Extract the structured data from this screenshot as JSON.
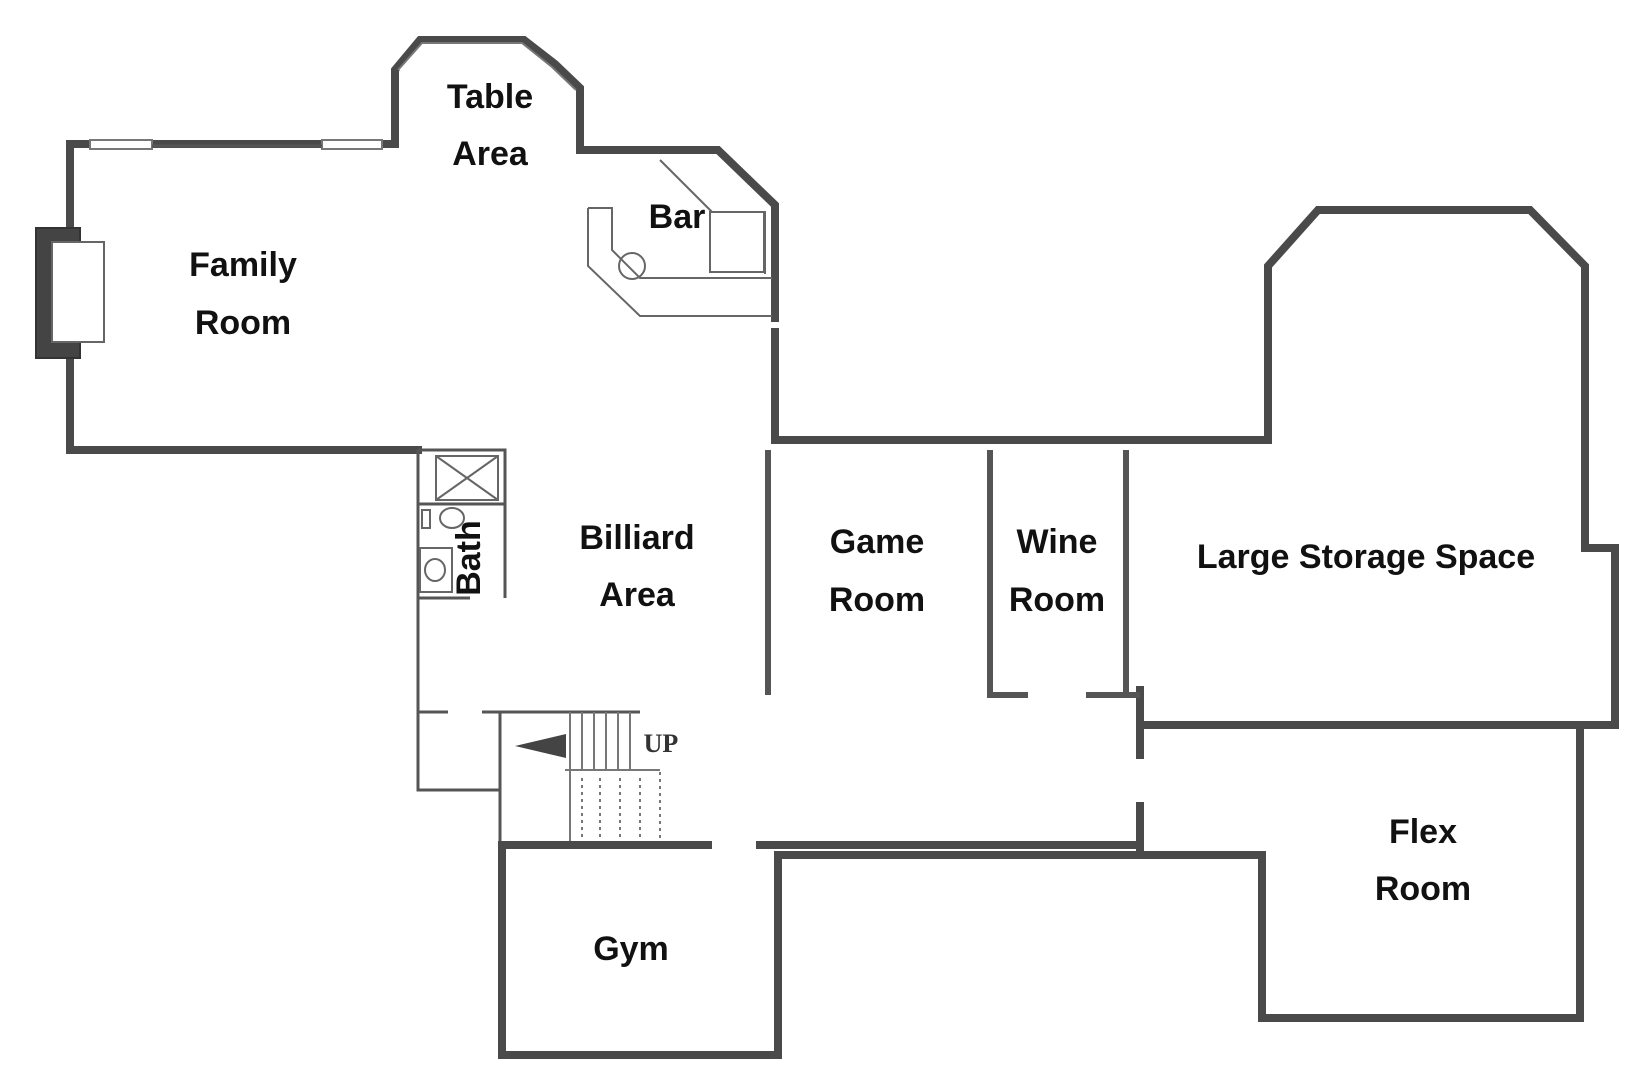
{
  "rooms": {
    "table_area": [
      "Table",
      "Area"
    ],
    "bar": "Bar",
    "family_room": [
      "Family",
      "Room"
    ],
    "billiard_area": [
      "Billiard",
      "Area"
    ],
    "bath": "Bath",
    "game_room": [
      "Game",
      "Room"
    ],
    "wine_room": [
      "Wine",
      "Room"
    ],
    "large_storage": "Large Storage Space",
    "flex_room": [
      "Flex",
      "Room"
    ],
    "gym": "Gym"
  },
  "stairs": {
    "label": "UP"
  },
  "colors": {
    "wall": "#4a4a4a",
    "label": "#111111",
    "background": "#ffffff"
  }
}
